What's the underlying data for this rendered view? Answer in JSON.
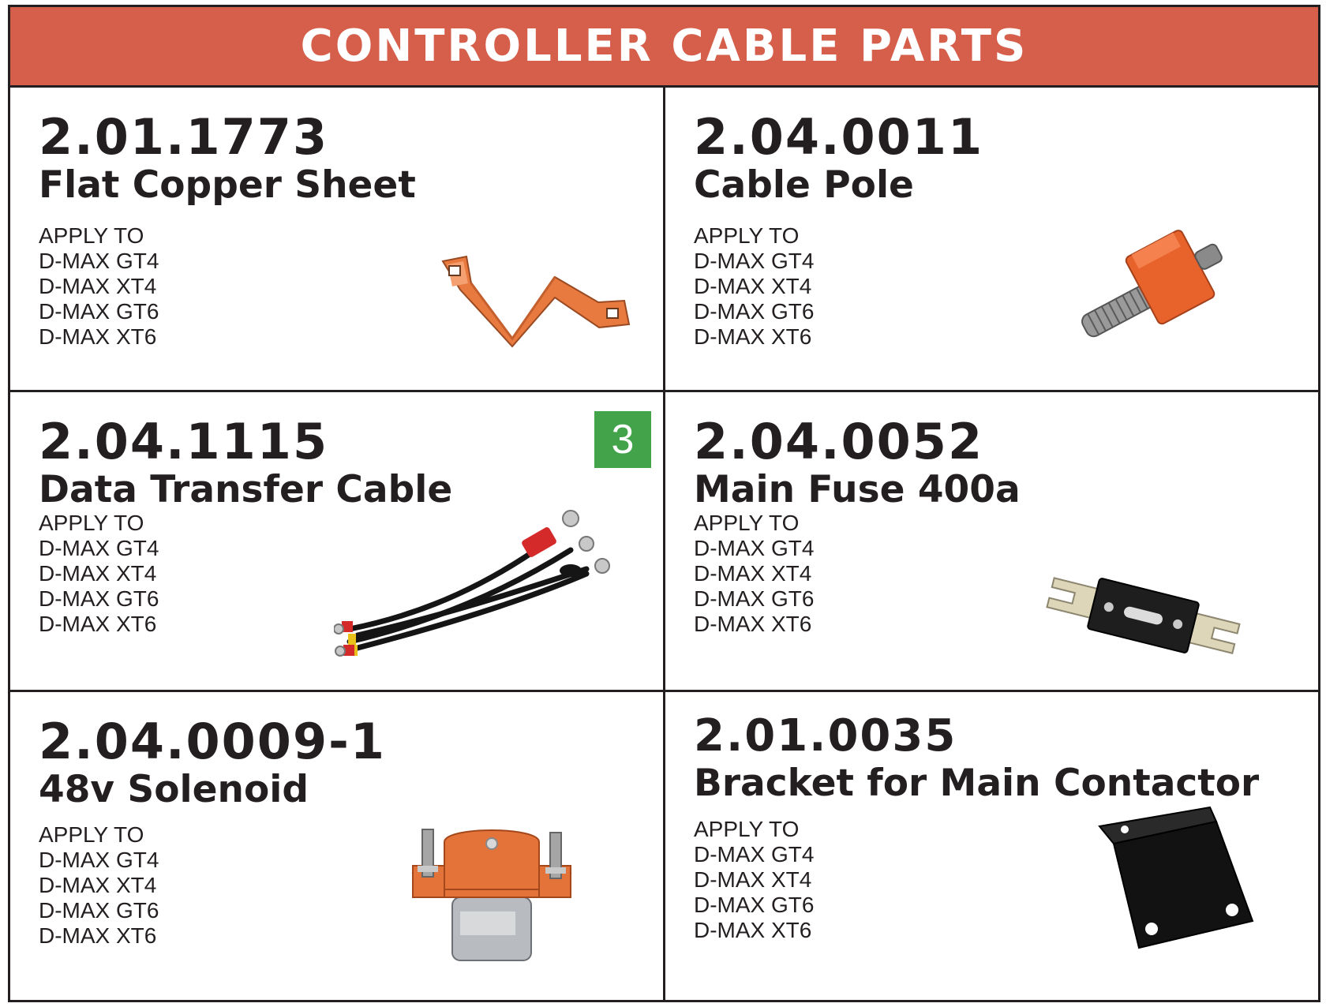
{
  "header": {
    "title": "CONTROLLER CABLE PARTS",
    "color": "#d55f4b"
  },
  "apply_label": "APPLY TO",
  "models": [
    "D-MAX GT4",
    "D-MAX XT4",
    "D-MAX GT6",
    "D-MAX XT6"
  ],
  "parts": [
    {
      "number": "2.01.1773",
      "name": "Flat Copper Sheet",
      "image": "copper-sheet"
    },
    {
      "number": "2.04.0011",
      "name": "Cable Pole",
      "image": "cable-pole"
    },
    {
      "number": "2.04.1115",
      "name": "Data Transfer Cable",
      "badge": "3",
      "badge_color": "#43a34a",
      "image": "cable-harness"
    },
    {
      "number": "2.04.0052",
      "name": "Main Fuse 400a",
      "image": "anl-fuse"
    },
    {
      "number": "2.04.0009-1",
      "name": "48v Solenoid",
      "image": "solenoid"
    },
    {
      "number": "2.01.0035",
      "name": "Bracket for Main Contactor",
      "image": "bracket"
    }
  ]
}
